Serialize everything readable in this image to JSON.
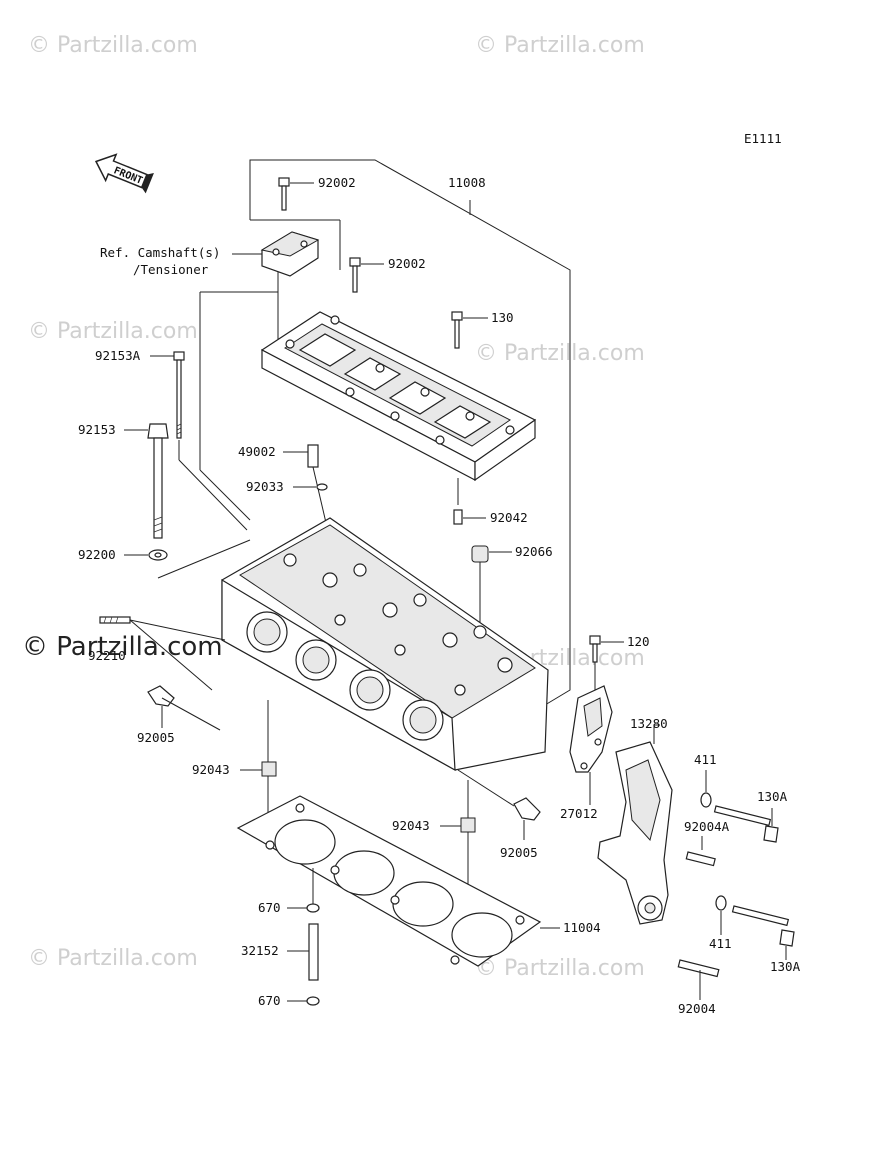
{
  "watermark": "© Partzilla.com",
  "diagram_code": "E1111",
  "front_label": "FRONT",
  "labels": {
    "p92002a": "92002",
    "p11008": "11008",
    "ref_camshaft": "Ref. Camshaft(s)",
    "ref_tensioner": "/Tensioner",
    "p92002b": "92002",
    "p130": "130",
    "p92153a": "92153A",
    "p92153": "92153",
    "p49002": "49002",
    "p92033": "92033",
    "p92042": "92042",
    "p92066": "92066",
    "p92200": "92200",
    "p92210": "92210",
    "p120": "120",
    "p92005a": "92005",
    "p13280": "13280",
    "p411a": "411",
    "p130aa": "130A",
    "p92043a": "92043",
    "p27012": "27012",
    "p92004a": "92004A",
    "p92043b": "92043",
    "p92005b": "92005",
    "p670a": "670",
    "p11004": "11004",
    "p32152": "32152",
    "p411b": "411",
    "p130ab": "130A",
    "p670b": "670",
    "p92004": "92004"
  }
}
